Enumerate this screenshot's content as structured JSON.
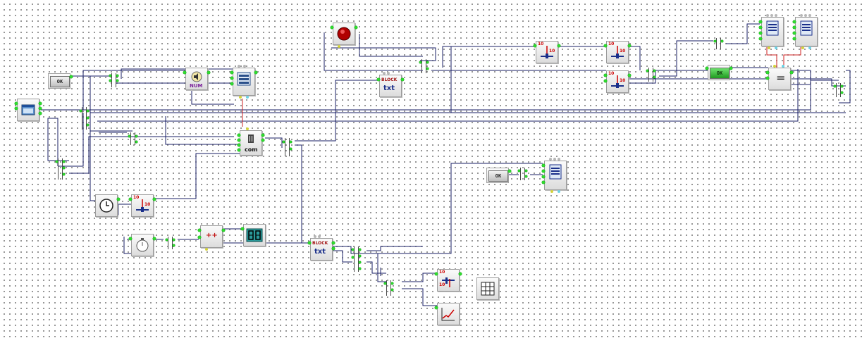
{
  "canvas": {
    "background": "#ffffff",
    "grid_dot_color": "#7a7a7a",
    "wire_color": "#1a1f66",
    "link_color": "#cc2222"
  },
  "blocks": {
    "ok_button_label": "OK",
    "num_label": "NUM",
    "com_label": "com",
    "block_label": "BLOCK",
    "txt_label": "txt",
    "slider_tick": "10",
    "plus_label": "++",
    "equals_label": "="
  }
}
